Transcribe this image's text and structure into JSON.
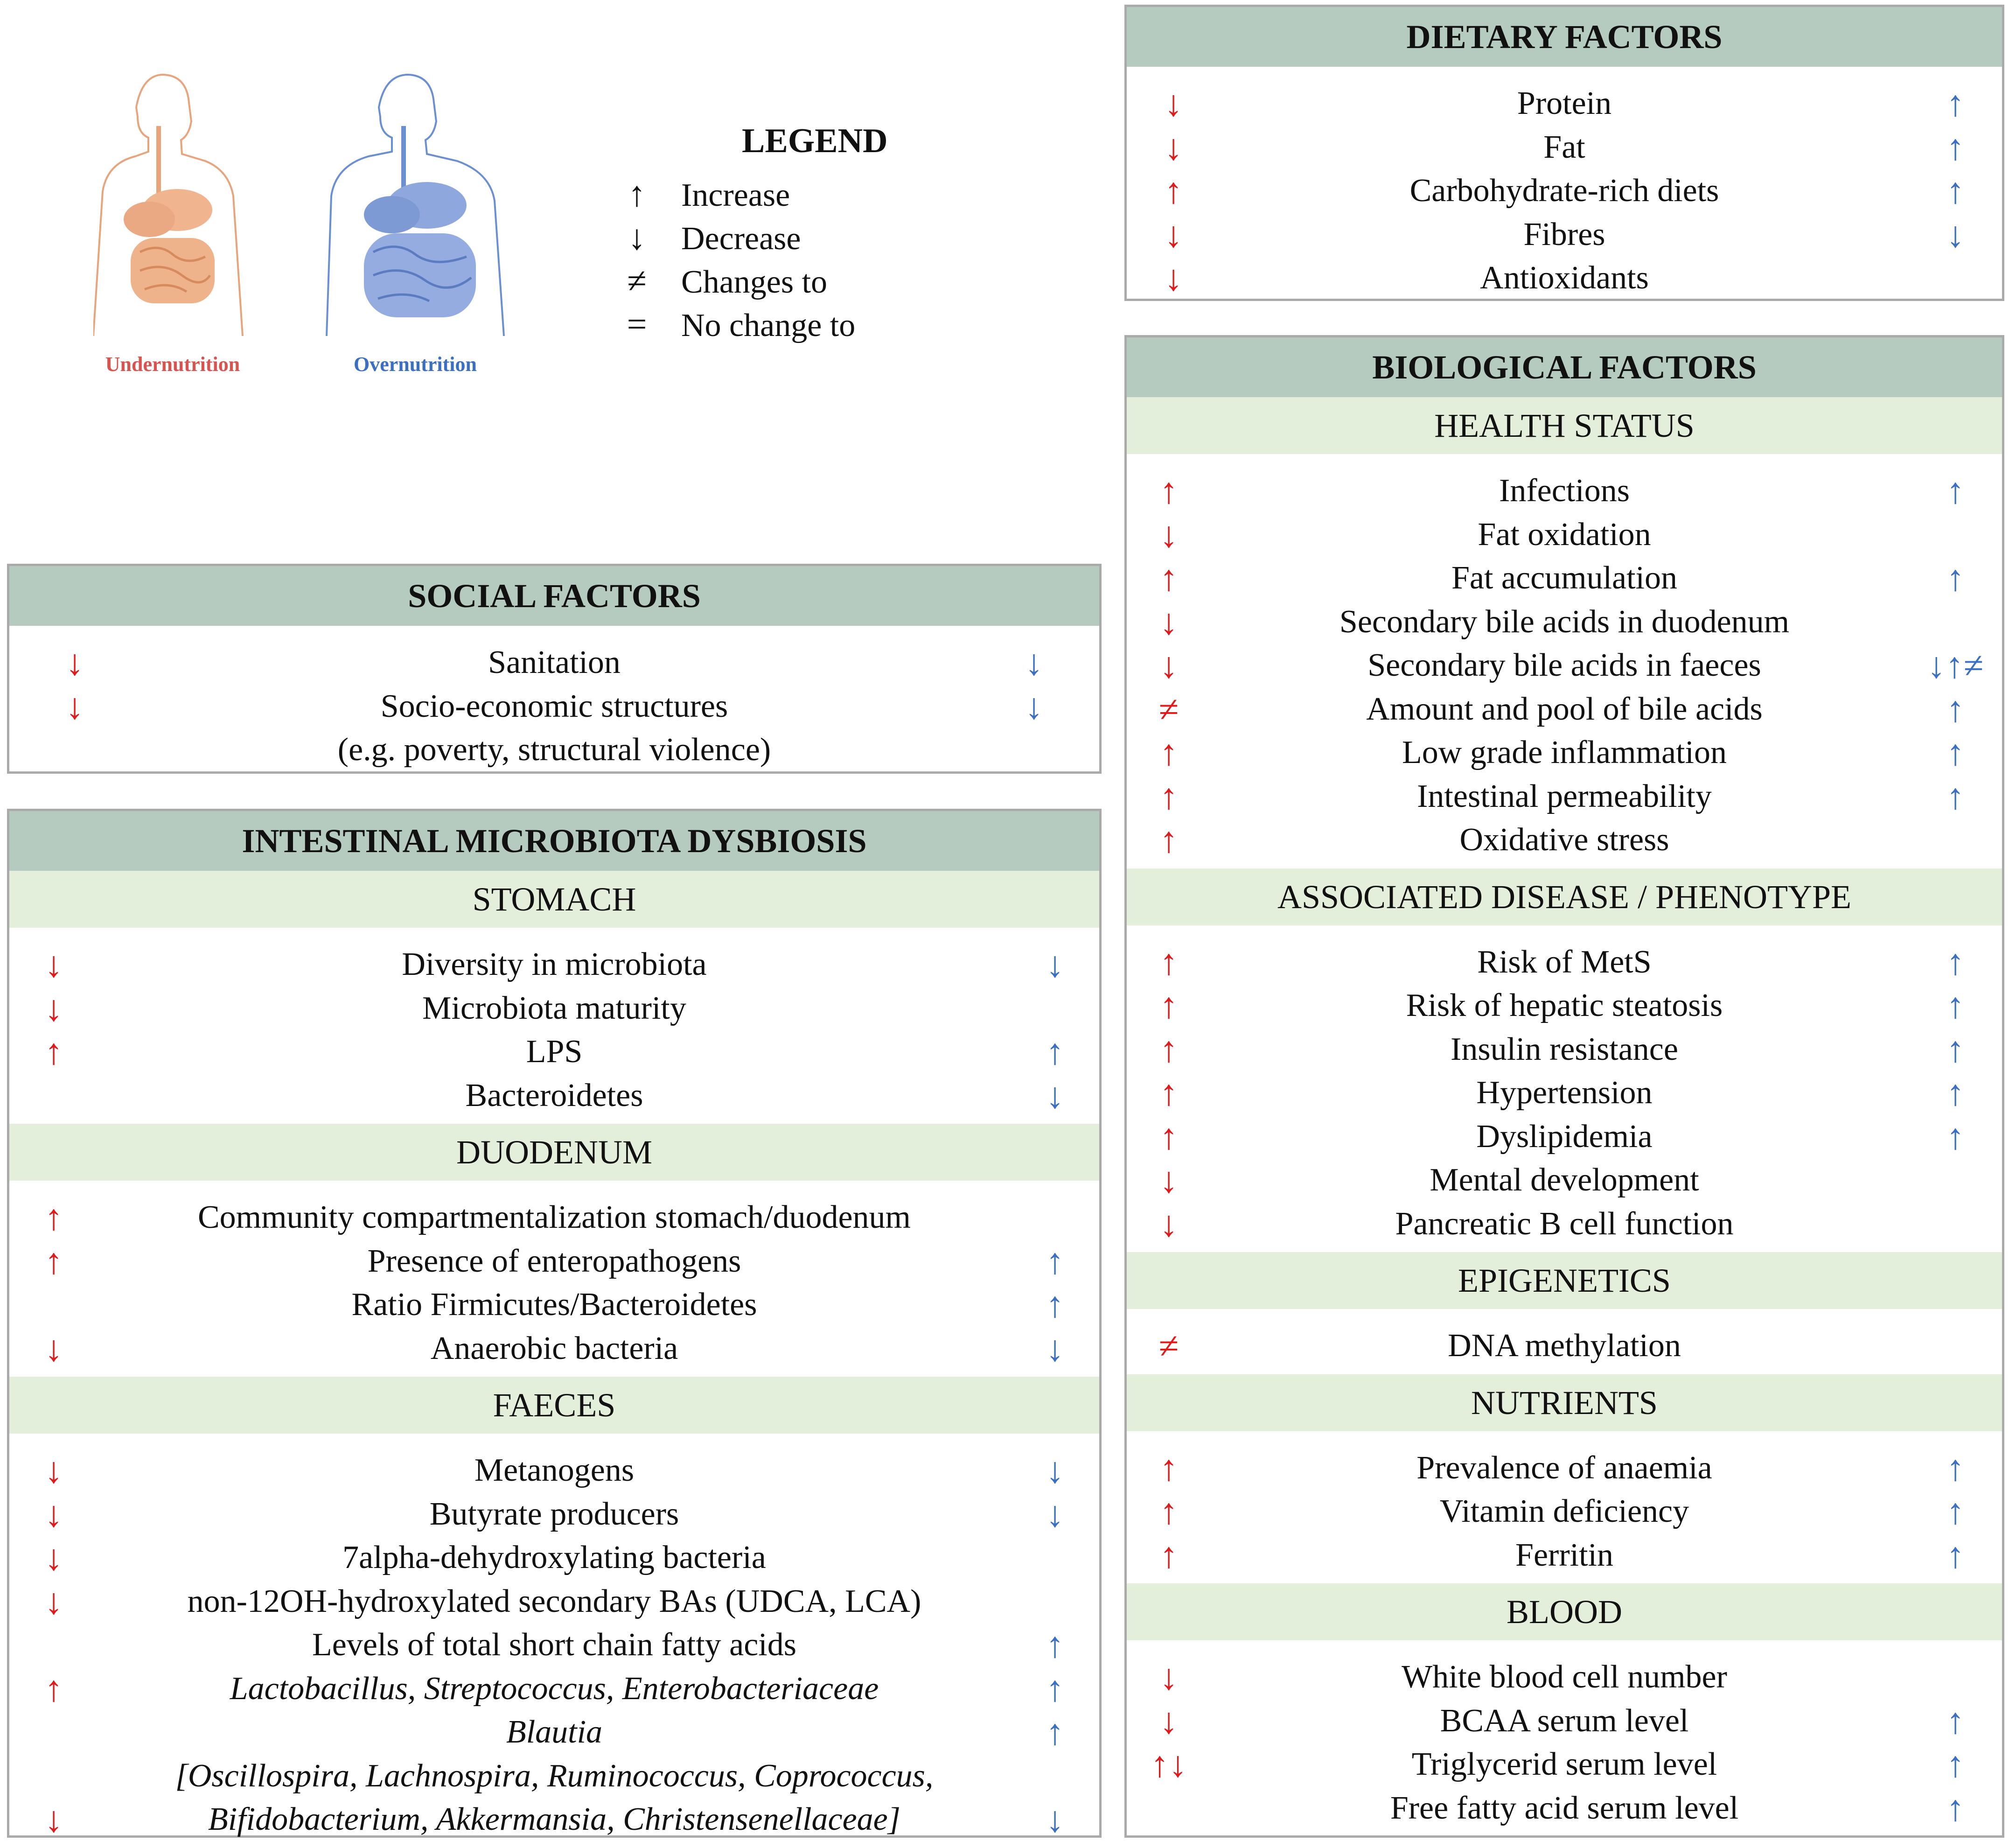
{
  "colors": {
    "header_bg": "#b6cbbf",
    "subheader_bg": "#e3eedb",
    "border": "#a9aaa9",
    "under_red": "#e0191b",
    "over_blue": "#3b6fc1"
  },
  "figures": {
    "under_label": "Undernutrition",
    "over_label": "Overnutrition"
  },
  "legend": {
    "title": "LEGEND",
    "items": [
      {
        "symbol": "↑",
        "label": "Increase"
      },
      {
        "symbol": "↓",
        "label": "Decrease"
      },
      {
        "symbol": "≠",
        "label": "Changes to"
      },
      {
        "symbol": "=",
        "label": "No change to"
      }
    ]
  },
  "dietary": {
    "title": "DIETARY FACTORS",
    "rows": [
      {
        "l": "↓",
        "t": "Protein",
        "r": "↑"
      },
      {
        "l": "↓",
        "t": "Fat",
        "r": "↑"
      },
      {
        "l": "↑",
        "t": "Carbohydrate-rich diets",
        "r": "↑"
      },
      {
        "l": "↓",
        "t": "Fibres",
        "r": "↓"
      },
      {
        "l": "↓",
        "t": "Antioxidants",
        "r": ""
      }
    ]
  },
  "social": {
    "title": "SOCIAL FACTORS",
    "rows": [
      {
        "l": "↓",
        "t": "Sanitation",
        "r": "↓"
      },
      {
        "l": "↓",
        "t": "Socio-economic structures",
        "r": "↓"
      },
      {
        "l": "",
        "t": "(e.g. poverty, structural violence)",
        "r": ""
      }
    ]
  },
  "microbiota": {
    "title": "INTESTINAL MICROBIOTA DYSBIOSIS",
    "sections": [
      {
        "name": "STOMACH",
        "rows": [
          {
            "l": "↓",
            "t": "Diversity in microbiota",
            "r": "↓"
          },
          {
            "l": "↓",
            "t": "Microbiota maturity",
            "r": ""
          },
          {
            "l": "↑",
            "t": "LPS",
            "r": "↑"
          },
          {
            "l": "",
            "t": "Bacteroidetes",
            "r": "↓"
          }
        ]
      },
      {
        "name": "DUODENUM",
        "rows": [
          {
            "l": "↑",
            "t": "Community compartmentalization stomach/duodenum",
            "r": ""
          },
          {
            "l": "↑",
            "t": "Presence of enteropathogens",
            "r": "↑"
          },
          {
            "l": "",
            "t": "Ratio Firmicutes/Bacteroidetes",
            "r": "↑"
          },
          {
            "l": "↓",
            "t": "Anaerobic bacteria",
            "r": "↓"
          }
        ]
      },
      {
        "name": "FAECES",
        "rows": [
          {
            "l": "↓",
            "t": "Metanogens",
            "r": "↓"
          },
          {
            "l": "↓",
            "t": "Butyrate producers",
            "r": "↓"
          },
          {
            "l": "↓",
            "t": "7alpha-dehydroxylating bacteria",
            "r": ""
          },
          {
            "l": "↓",
            "t": "non-12OH-hydroxylated secondary BAs (UDCA, LCA)",
            "r": ""
          },
          {
            "l": "",
            "t": "Levels of total short chain fatty acids",
            "r": "↑"
          },
          {
            "l": "↑",
            "t": "Lactobacillus, Streptococcus, Enterobacteriaceae",
            "r": "↑",
            "italic": true
          },
          {
            "l": "",
            "t": "Blautia",
            "r": "↑",
            "italic": true
          },
          {
            "l": "↓",
            "t": "[Oscillospira, Lachnospira, Ruminococcus, Coprococcus,",
            "t2": "Bifidobacterium, Akkermansia, Christensenellaceae]",
            "r": "↓",
            "italic": true
          }
        ]
      }
    ]
  },
  "biological": {
    "title": "BIOLOGICAL FACTORS",
    "sections": [
      {
        "name": "HEALTH STATUS",
        "rows": [
          {
            "l": "↑",
            "t": "Infections",
            "r": "↑"
          },
          {
            "l": "↓",
            "t": "Fat oxidation",
            "r": ""
          },
          {
            "l": "↑",
            "t": "Fat accumulation",
            "r": "↑"
          },
          {
            "l": "↓",
            "t": "Secondary bile acids in duodenum",
            "r": ""
          },
          {
            "l": "↓",
            "t": "Secondary bile acids in faeces",
            "r": "↓↑≠"
          },
          {
            "l": "≠",
            "t": "Amount and pool of bile acids",
            "r": "↑"
          },
          {
            "l": "↑",
            "t": "Low grade inflammation",
            "r": "↑"
          },
          {
            "l": "↑",
            "t": "Intestinal permeability",
            "r": "↑"
          },
          {
            "l": "↑",
            "t": "Oxidative stress",
            "r": ""
          }
        ]
      },
      {
        "name": "ASSOCIATED DISEASE / PHENOTYPE",
        "rows": [
          {
            "l": "↑",
            "t": "Risk of MetS",
            "r": "↑"
          },
          {
            "l": "↑",
            "t": "Risk of hepatic steatosis",
            "r": "↑"
          },
          {
            "l": "↑",
            "t": "Insulin resistance",
            "r": "↑"
          },
          {
            "l": "↑",
            "t": "Hypertension",
            "r": "↑"
          },
          {
            "l": "↑",
            "t": "Dyslipidemia",
            "r": "↑"
          },
          {
            "l": "↓",
            "t": "Mental development",
            "r": ""
          },
          {
            "l": "↓",
            "t": "Pancreatic B cell function",
            "r": ""
          }
        ]
      },
      {
        "name": "EPIGENETICS",
        "rows": [
          {
            "l": "≠",
            "t": "DNA methylation",
            "r": ""
          }
        ]
      },
      {
        "name": "NUTRIENTS",
        "rows": [
          {
            "l": "↑",
            "t": "Prevalence of anaemia",
            "r": "↑"
          },
          {
            "l": "↑",
            "t": "Vitamin deficiency",
            "r": "↑"
          },
          {
            "l": "↑",
            "t": "Ferritin",
            "r": "↑"
          }
        ]
      },
      {
        "name": "BLOOD",
        "rows": [
          {
            "l": "↓",
            "t": "White blood cell number",
            "r": ""
          },
          {
            "l": "↓",
            "t": "BCAA serum level",
            "r": "↑"
          },
          {
            "l": "↑↓",
            "t": "Triglycerid serum level",
            "r": "↑"
          },
          {
            "l": "",
            "t": "Free fatty acid serum level",
            "r": "↑"
          }
        ]
      }
    ]
  }
}
